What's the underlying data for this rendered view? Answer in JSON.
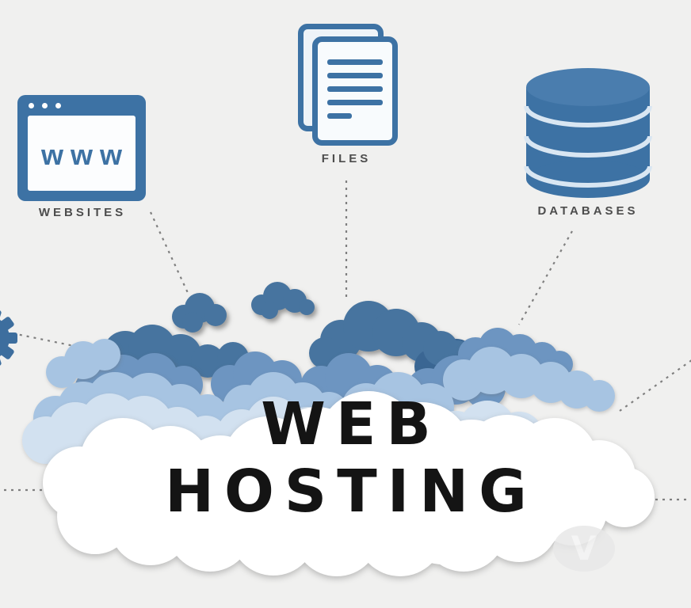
{
  "headline": {
    "line1": "WEB",
    "line2": "HOSTING"
  },
  "icons": {
    "websites": {
      "label": "WEBSITES",
      "browser_text": "www"
    },
    "files": {
      "label": "FILES"
    },
    "databases": {
      "label": "DATABASES"
    }
  },
  "watermark": {
    "letter": "V"
  },
  "colors": {
    "background": "#f0f0ef",
    "icon_blue": "#3d72a4",
    "cloud_dark": "#47749f",
    "cloud_darker": "#3a6693",
    "cloud_medium": "#6d95c1",
    "cloud_light": "#a7c4e2",
    "cloud_pale": "#d2e1f0",
    "cloud_white": "#ffffff",
    "headline_text": "#141414",
    "label_text": "#4d4d4d",
    "dash_line": "#7f7f7f"
  }
}
